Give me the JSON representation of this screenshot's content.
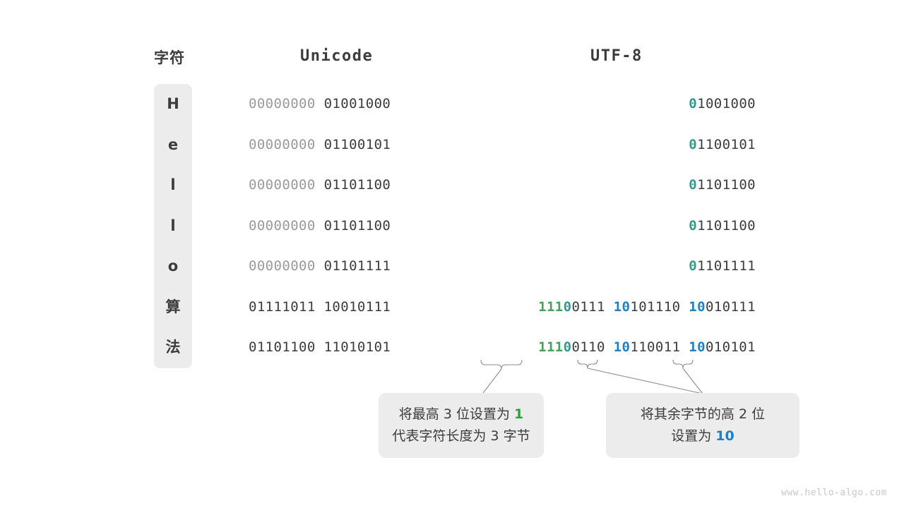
{
  "headers": {
    "character": "字符",
    "unicode": "Unicode",
    "utf8": "UTF-8"
  },
  "colors": {
    "panel_bg": "#ececec",
    "text": "#3c3c3c",
    "dim": "#9a9a9a",
    "green": "#49a05c",
    "teal": "#2b9b8b",
    "blue": "#1f7fc4",
    "watermark": "#c8c8c8"
  },
  "rows": [
    {
      "char": "H",
      "unicode_high": "00000000",
      "unicode_low": "01001000",
      "utf8_bytes": [
        {
          "prefix": "0",
          "prefix_color": "teal",
          "rest": "1001000"
        }
      ]
    },
    {
      "char": "e",
      "unicode_high": "00000000",
      "unicode_low": "01100101",
      "utf8_bytes": [
        {
          "prefix": "0",
          "prefix_color": "teal",
          "rest": "1100101"
        }
      ]
    },
    {
      "char": "l",
      "unicode_high": "00000000",
      "unicode_low": "01101100",
      "utf8_bytes": [
        {
          "prefix": "0",
          "prefix_color": "teal",
          "rest": "1101100"
        }
      ]
    },
    {
      "char": "l",
      "unicode_high": "00000000",
      "unicode_low": "01101100",
      "utf8_bytes": [
        {
          "prefix": "0",
          "prefix_color": "teal",
          "rest": "1101100"
        }
      ]
    },
    {
      "char": "o",
      "unicode_high": "00000000",
      "unicode_low": "01101111",
      "utf8_bytes": [
        {
          "prefix": "0",
          "prefix_color": "teal",
          "rest": "1101111"
        }
      ]
    },
    {
      "char": "算",
      "unicode_high": "01111011",
      "unicode_low": "10010111",
      "utf8_bytes": [
        {
          "prefix": "111",
          "prefix_color": "green",
          "prefix2": "0",
          "prefix2_color": "teal",
          "rest": "0111"
        },
        {
          "prefix": "10",
          "prefix_color": "blue",
          "rest": "101110"
        },
        {
          "prefix": "10",
          "prefix_color": "blue",
          "rest": "010111"
        }
      ]
    },
    {
      "char": "法",
      "unicode_high": "01101100",
      "unicode_low": "11010101",
      "utf8_bytes": [
        {
          "prefix": "111",
          "prefix_color": "green",
          "prefix2": "0",
          "prefix2_color": "teal",
          "rest": "0110"
        },
        {
          "prefix": "10",
          "prefix_color": "blue",
          "rest": "110011"
        },
        {
          "prefix": "10",
          "prefix_color": "blue",
          "rest": "010101"
        }
      ]
    }
  ],
  "callouts": [
    {
      "line1_a": "将最高 ",
      "line1_b": "3",
      "line1_c": " 位设置为 ",
      "line1_hl": "1",
      "line1_hl_color": "green",
      "line2": "代表字符长度为 3 字节"
    },
    {
      "line1": "将其余字节的高 2 位",
      "line2_a": "设置为 ",
      "line2_hl": "10",
      "line2_hl_color": "blue"
    }
  ],
  "watermark": "www.hello-algo.com"
}
